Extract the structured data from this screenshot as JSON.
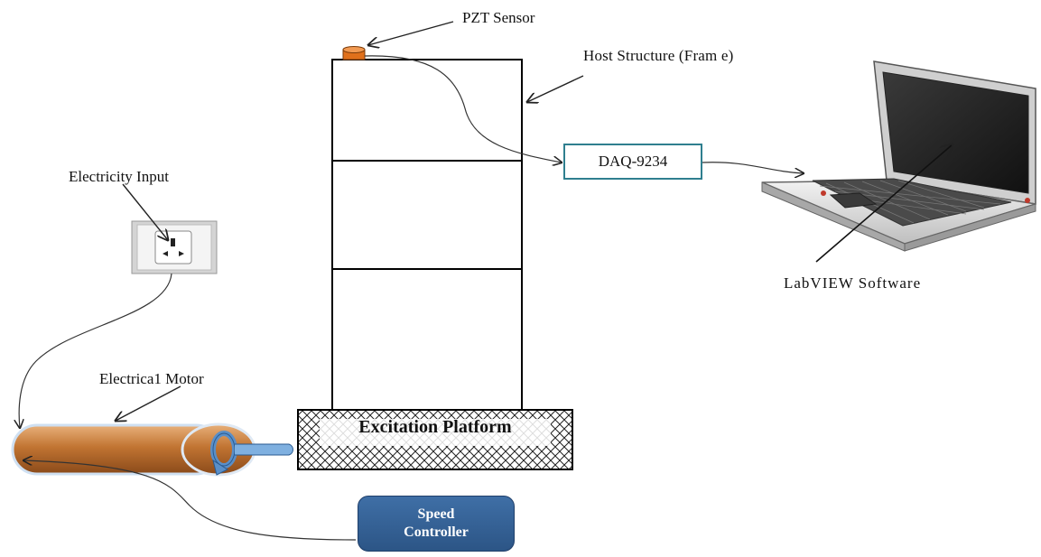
{
  "labels": {
    "pzt_sensor": "PZT Sensor",
    "host_structure": "Host Structure (Fram e)",
    "daq": "DAQ-9234",
    "labview": "LabVIEW Software",
    "electricity_input": "Electricity Input",
    "electrical_motor": "Electrica1 Motor",
    "excitation_platform": "Excitation Platform",
    "speed_controller_line1": "Speed",
    "speed_controller_line2": "Controller"
  },
  "icons": [
    "power-socket-icon",
    "laptop-icon",
    "rotation-arrow-icon",
    "motor-cylinder-icon",
    "pzt-sensor-icon"
  ],
  "colors": {
    "sensor": "#e0701b",
    "daq_border": "#2f7f8f",
    "motor": "#b8652a",
    "speed_controller": "#2c5586",
    "rotation_arrow": "#5a8fc8"
  }
}
